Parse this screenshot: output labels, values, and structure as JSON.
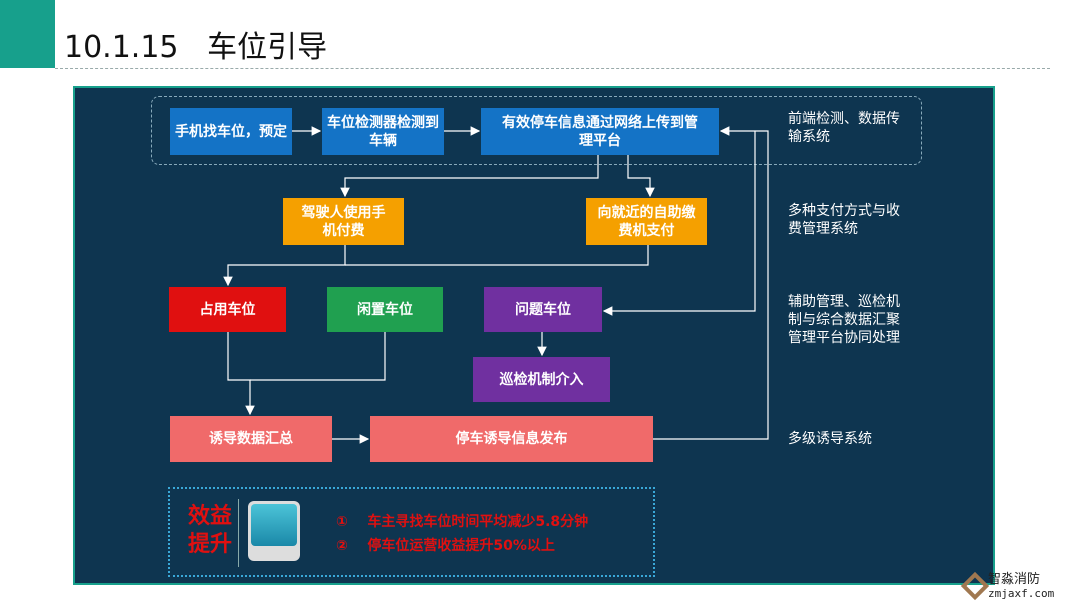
{
  "header": {
    "title": "10.1.15   车位引导"
  },
  "flow": {
    "b1": "手机找车位，预定",
    "b2": "车位检测器检测到车辆",
    "b3": "有效停车信息通过网络上传到管理平台",
    "o1": "驾驶人使用手机付费",
    "o2": "向就近的自助缴费机支付",
    "occupied": "占用车位",
    "idle": "闲置车位",
    "problem": "问题车位",
    "patrol": "巡检机制介入",
    "summary": "诱导数据汇总",
    "publish": "停车诱导信息发布"
  },
  "labels": [
    "前端检测、数据传输系统",
    "多种支付方式与收费管理系统",
    "辅助管理、巡检机制与综合数据汇聚管理平台协同处理",
    "多级诱导系统"
  ],
  "benefit": {
    "title": "效益提升",
    "items": [
      "①    车主寻找车位时间平均减少5.8分钟",
      "②    停车位运营收益提升50%以上"
    ]
  },
  "watermark": {
    "name": "智淼消防",
    "url": "zmjaxf.com"
  }
}
